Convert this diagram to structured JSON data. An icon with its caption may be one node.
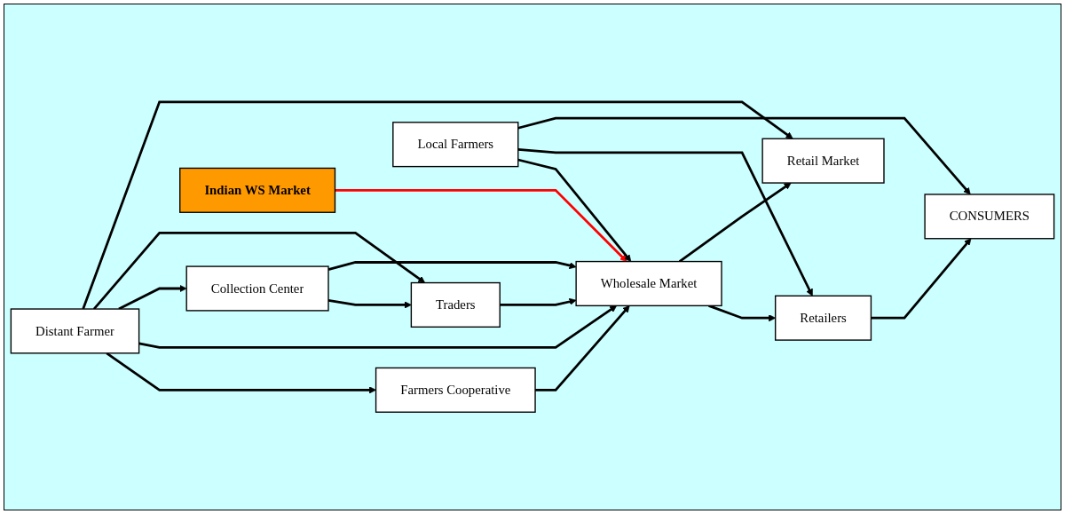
{
  "diagram": {
    "nodes": [
      {
        "text": [
          "Distant Farmer"
        ]
      },
      {
        "text": [
          "Farmers Cooperative"
        ]
      },
      {
        "text": [
          "Collection Center"
        ]
      },
      {
        "text": [
          "Local Farmers"
        ]
      },
      {
        "text": [
          "CONSUMERS"
        ]
      },
      {
        "text": [
          "Wholesale Market"
        ]
      },
      {
        "text": [
          "Retailers"
        ]
      },
      {
        "text": [
          "Traders"
        ]
      },
      {
        "text": [
          "Retail Market"
        ]
      },
      {
        "text": [
          "Indian WS Market"
        ]
      }
    ],
    "edges": [
      {
        "from": 0,
        "to": 1,
        "arrow": "to"
      },
      {
        "from": 0,
        "to": 5,
        "arrow": "to"
      },
      {
        "from": 0,
        "to": 2,
        "arrow": "to"
      },
      {
        "from": 0,
        "to": 7,
        "arrow": "to"
      },
      {
        "from": 0,
        "to": 8,
        "arrow": "to"
      },
      {
        "from": 2,
        "to": 7,
        "arrow": "to"
      },
      {
        "from": 2,
        "to": 5,
        "arrow": "to"
      },
      {
        "from": 7,
        "to": 5,
        "arrow": "to"
      },
      {
        "from": 9,
        "to": 5,
        "arrow": "to",
        "color": "#ff0000"
      },
      {
        "from": 1,
        "to": 5,
        "arrow": "to"
      },
      {
        "from": 3,
        "to": 5,
        "arrow": "to"
      },
      {
        "from": 3,
        "to": 6,
        "arrow": "to"
      },
      {
        "from": 3,
        "to": 4,
        "arrow": "to"
      },
      {
        "from": 5,
        "to": 6,
        "arrow": "to"
      },
      {
        "from": 5,
        "to": 8,
        "arrow": "to"
      },
      {
        "from": 6,
        "to": 4,
        "arrow": "to"
      }
    ]
  }
}
